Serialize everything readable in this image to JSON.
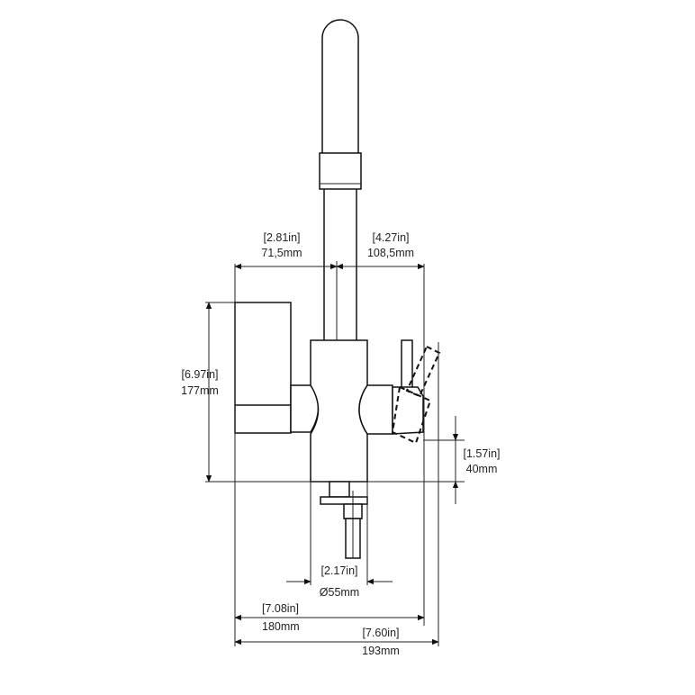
{
  "diagram": {
    "dimensions": {
      "width_left": {
        "inch": "[2.81in]",
        "mm": "71,5mm"
      },
      "width_right": {
        "inch": "[4.27in]",
        "mm": "108,5mm"
      },
      "height": {
        "inch": "[6.97in]",
        "mm": "177mm"
      },
      "lever_height": {
        "inch": "[1.57in]",
        "mm": "40mm"
      },
      "diameter": {
        "inch": "[2.17in]",
        "mm": "Ø55mm"
      },
      "total_width": {
        "inch": "[7.08in]",
        "mm": "180mm"
      },
      "overall_width": {
        "inch": "[7.60in]",
        "mm": "193mm"
      }
    }
  }
}
